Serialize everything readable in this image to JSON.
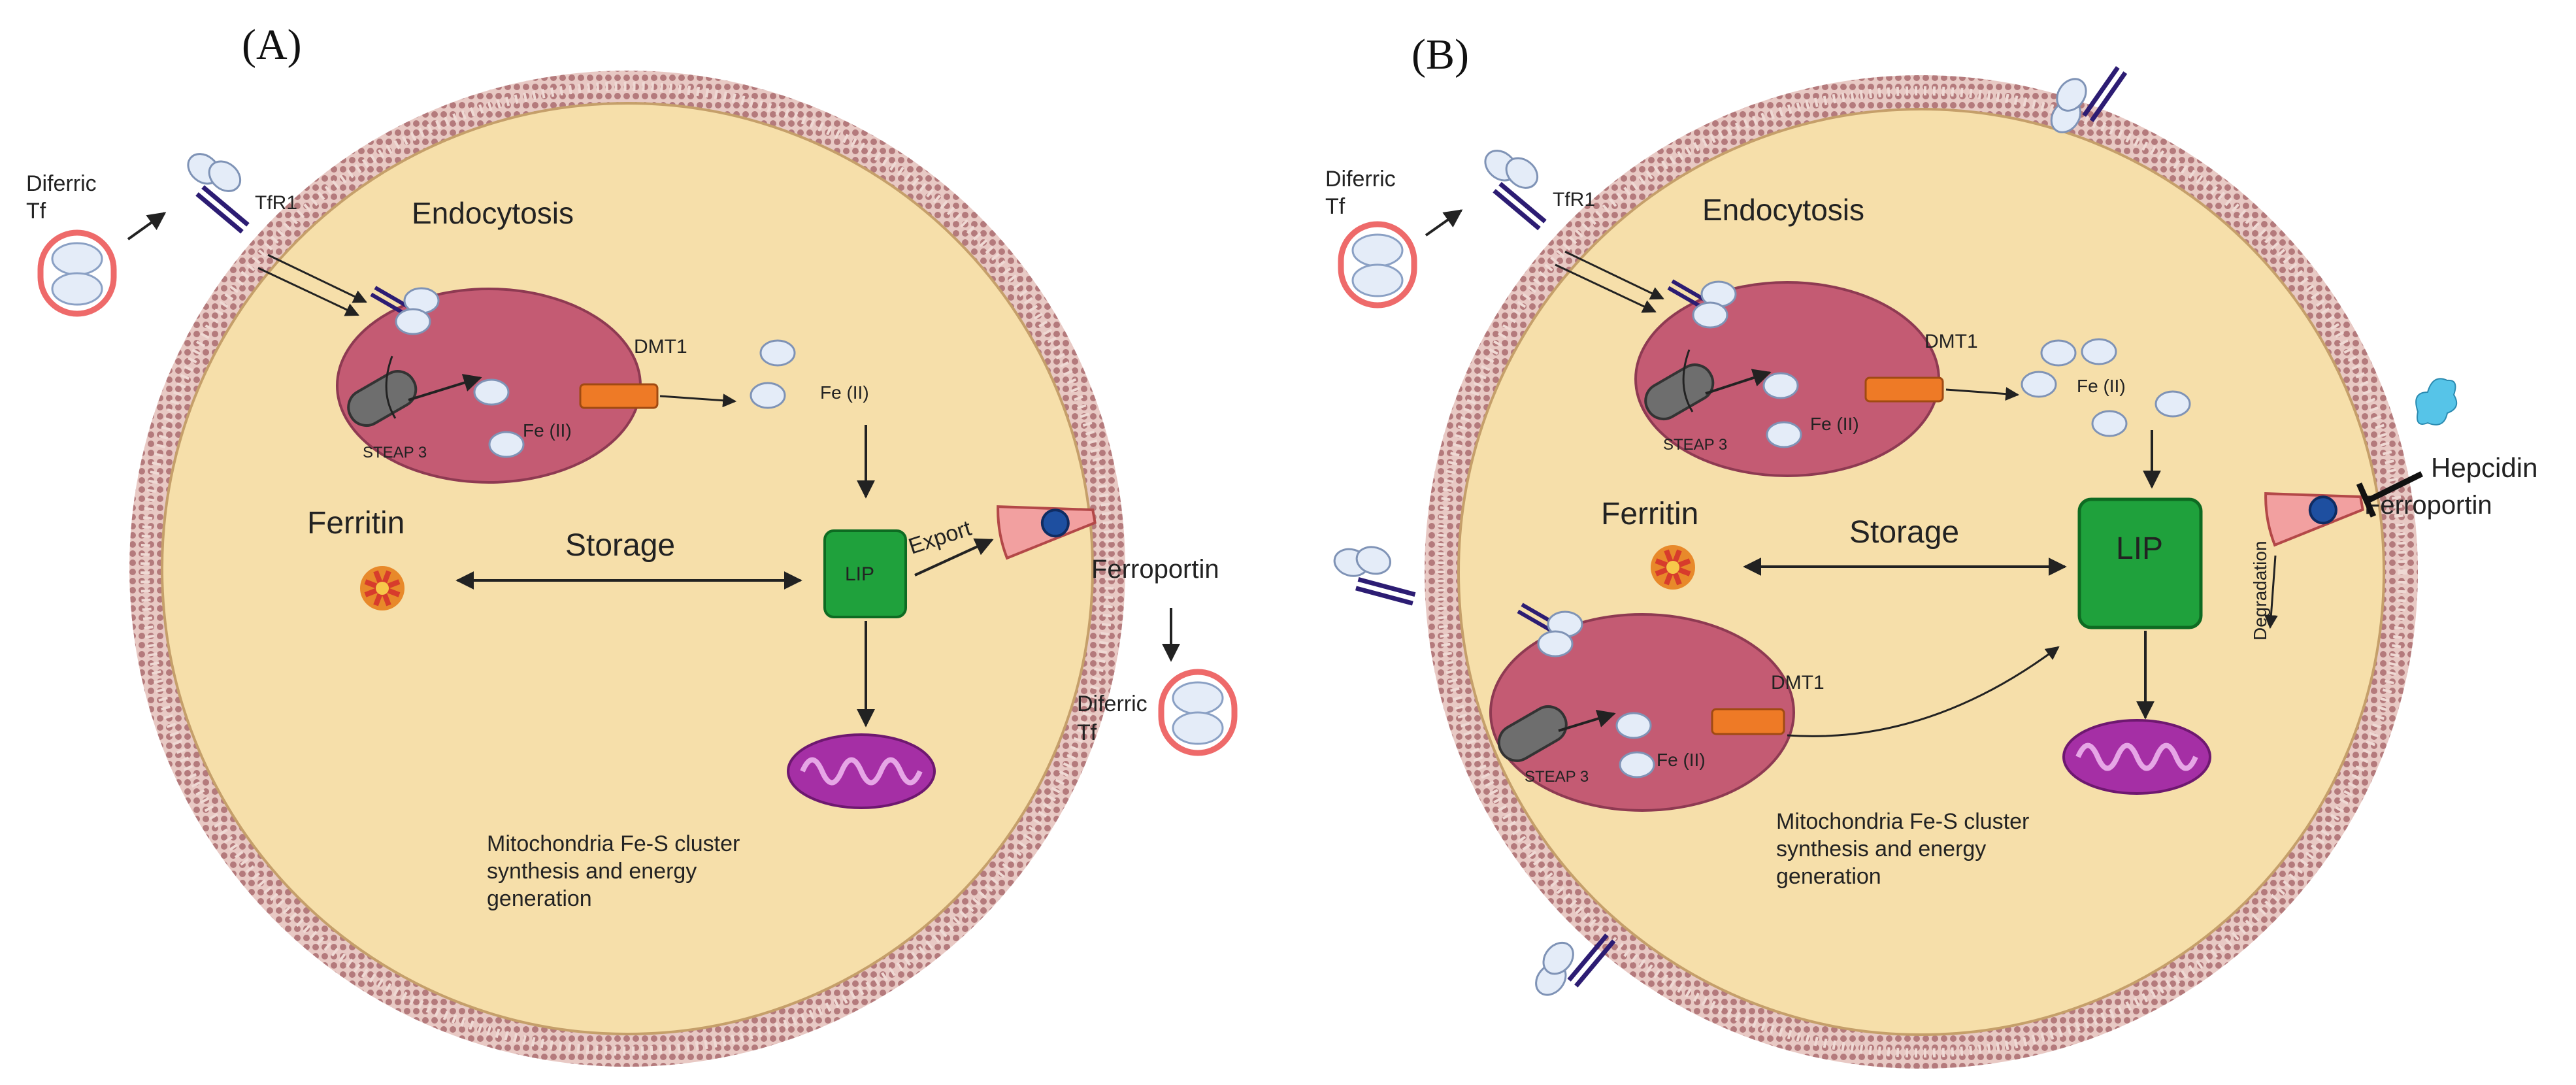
{
  "panels": [
    {
      "label": "(A)",
      "diferric_tf_in": [
        "Diferric",
        "Tf"
      ],
      "tfr1": "TfR1",
      "endocytosis": "Endocytosis",
      "dmt1": "DMT1",
      "steap3": "STEAP 3",
      "fe_inside": "Fe (II)",
      "fe_cytosol": "Fe (II)",
      "ferritin": "Ferritin",
      "storage": "Storage",
      "lip": "LIP",
      "export": "Export",
      "ferroportin": "Ferroportin",
      "diferric_tf_out": [
        "Diferric",
        "Tf"
      ],
      "mito_caption": [
        "Mitochondria Fe-S cluster",
        "synthesis and energy",
        "generation"
      ]
    },
    {
      "label": "(B)",
      "diferric_tf_in": [
        "Diferric",
        "Tf"
      ],
      "tfr1": "TfR1",
      "endocytosis": "Endocytosis",
      "dmt1": "DMT1",
      "steap3": "STEAP 3",
      "fe_inside": "Fe (II)",
      "fe_cytosol": "Fe (II)",
      "ferritin": "Ferritin",
      "storage": "Storage",
      "lip": "LIP",
      "hepcidin": "Hepcidin",
      "ferroportin": "Ferroportin",
      "degradation": "Degradation",
      "dmt1_lower": "DMT1",
      "steap3_lower": "STEAP 3",
      "fe_lower": "Fe (II)",
      "mito_caption": [
        "Mitochondria Fe-S cluster",
        "synthesis and energy",
        "generation"
      ]
    }
  ],
  "colors": {
    "cytoplasm": "#f6dfaa",
    "membrane": "#b98283",
    "endosome": "#c45b73",
    "lip": "#1fa13c",
    "mitochondria": "#a52fa5",
    "ferroportin": "#f2a0a0",
    "transferrin": "#ee6a6a",
    "iron": "#c6d7ef",
    "hepcidin": "#56c4e8",
    "receptor": "#2c1c73"
  }
}
